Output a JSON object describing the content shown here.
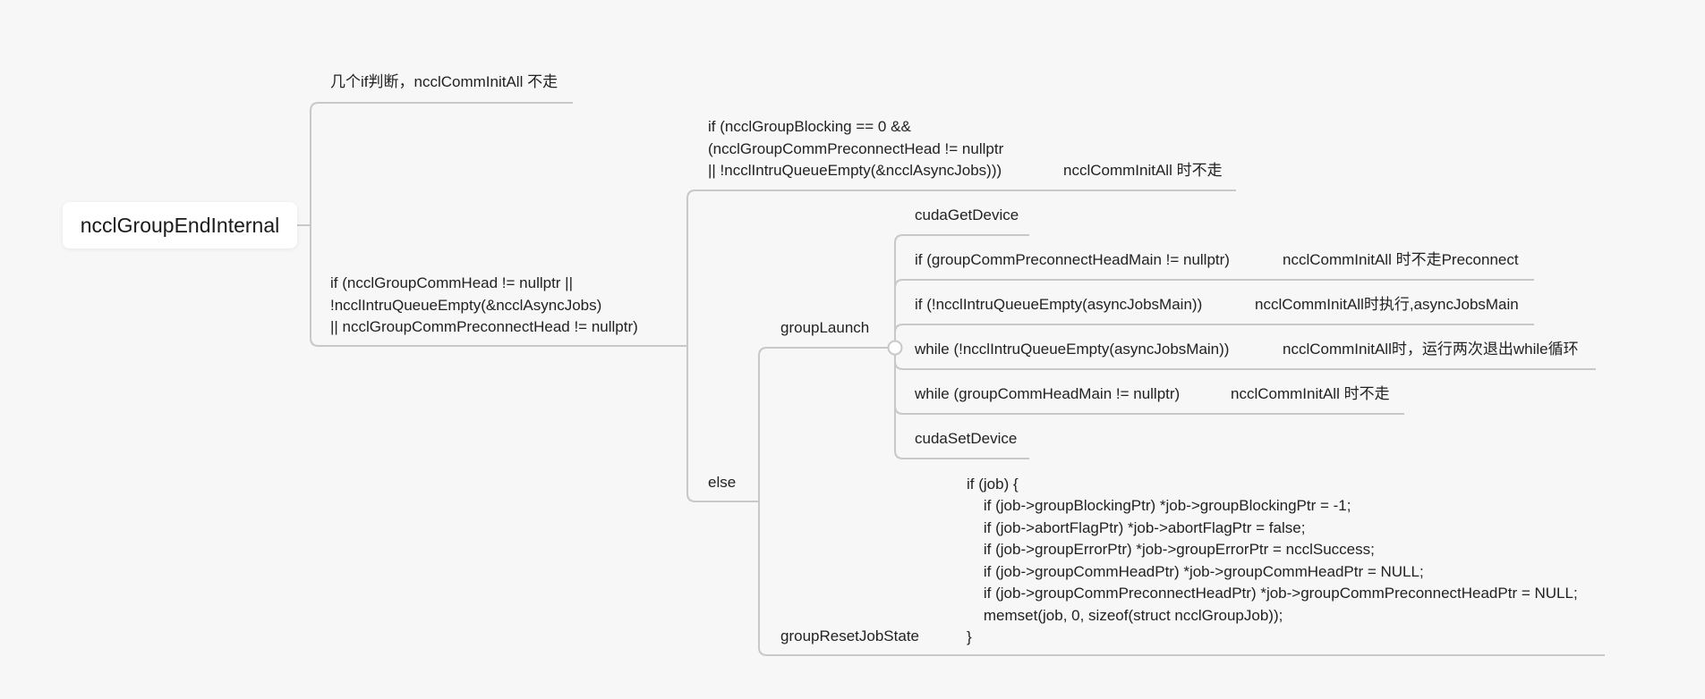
{
  "root": "ncclGroupEndInternal",
  "branch_if_skip": {
    "label": "几个if判断，ncclCommInitAll 不走"
  },
  "branch_if_main": {
    "cond_lines": [
      "if (ncclGroupCommHead != nullptr ||",
      "!ncclIntruQueueEmpty(&ncclAsyncJobs)",
      "|| ncclGroupCommPreconnectHead != nullptr)"
    ],
    "nonblocking": {
      "cond_lines": [
        "if (ncclGroupBlocking == 0 &&",
        "(ncclGroupCommPreconnectHead != nullptr",
        "|| !ncclIntruQueueEmpty(&ncclAsyncJobs)))"
      ],
      "note": "ncclCommInitAll 时不走"
    },
    "else": {
      "label": "else",
      "group_launch": {
        "label": "groupLaunch",
        "children": [
          {
            "label": "cudaGetDevice",
            "note": ""
          },
          {
            "label": "if (groupCommPreconnectHeadMain != nullptr)",
            "note": "ncclCommInitAll 时不走Preconnect"
          },
          {
            "label": "if (!ncclIntruQueueEmpty(asyncJobsMain))",
            "note": "ncclCommInitAll时执行,asyncJobsMain"
          },
          {
            "label": "while (!ncclIntruQueueEmpty(asyncJobsMain))",
            "note": "ncclCommInitAll时，运行两次退出while循环"
          },
          {
            "label": "while (groupCommHeadMain != nullptr)",
            "note": "ncclCommInitAll 时不走"
          },
          {
            "label": "cudaSetDevice",
            "note": ""
          }
        ]
      },
      "group_reset": {
        "label": "groupResetJobState",
        "code_lines": [
          "if (job) {",
          "    if (job->groupBlockingPtr) *job->groupBlockingPtr = -1;",
          "    if (job->abortFlagPtr) *job->abortFlagPtr = false;",
          "    if (job->groupErrorPtr) *job->groupErrorPtr = ncclSuccess;",
          "    if (job->groupCommHeadPtr) *job->groupCommHeadPtr = NULL;",
          "    if (job->groupCommPreconnectHeadPtr) *job->groupCommPreconnectHeadPtr = NULL;",
          "    memset(job, 0, sizeof(struct ncclGroupJob));",
          "}"
        ]
      }
    }
  },
  "colors": {
    "line": "#c8c8c8",
    "background": "#f7f7f7",
    "text": "#222222"
  }
}
